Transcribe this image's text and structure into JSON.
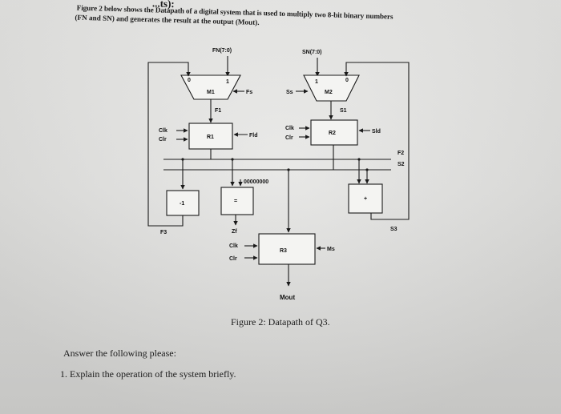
{
  "intro": {
    "line0": "...ts):",
    "line1": "Figure 2 below shows the Datapath of a digital system that is used to multiply two 8-bit binary numbers",
    "line2": "(FN and SN) and generates the result at the output (Mout)."
  },
  "diagram": {
    "inputs": {
      "fn": "FN(7:0)",
      "sn": "SN(7:0)"
    },
    "m1": {
      "name": "M1",
      "in0": "0",
      "in1": "1",
      "sel": "Fs",
      "out": "F1"
    },
    "m2": {
      "name": "M2",
      "in1": "1",
      "in0": "0",
      "sel": "Ss",
      "out": "S1"
    },
    "r1": {
      "name": "R1",
      "clk": "Clk",
      "clr": "Clr",
      "load": "Fld"
    },
    "r2": {
      "name": "R2",
      "clk": "Clk",
      "clr": "Clr",
      "load": "Sld"
    },
    "dec": {
      "symbol": "-1",
      "out": "F3"
    },
    "cmp": {
      "symbol": "=",
      "const": "00000000",
      "out": "Zf"
    },
    "add": {
      "symbol": "+",
      "out": "S3"
    },
    "r3": {
      "name": "R3",
      "clk": "Clk",
      "clr": "Clr",
      "sel": "Ms",
      "out": "Mout"
    },
    "buses": {
      "f2": "F2",
      "s2": "S2"
    }
  },
  "caption": "Figure 2: Datapath of Q3.",
  "questions": {
    "prompt": "Answer the following please:",
    "items": [
      "1. Explain the operation of the system briefly."
    ]
  }
}
